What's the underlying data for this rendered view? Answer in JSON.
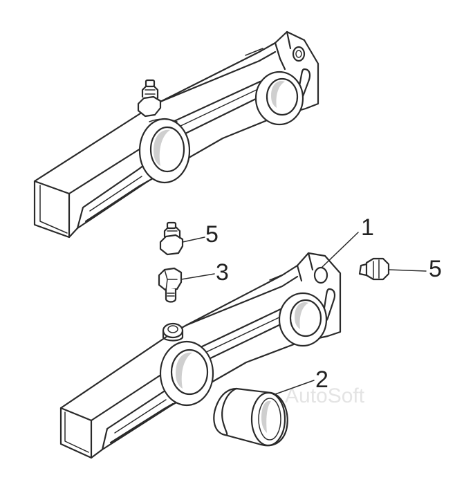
{
  "diagram": {
    "labels": {
      "label_1": "1",
      "label_2": "2",
      "label_3": "3",
      "label_5_left": "5",
      "label_5_right": "5"
    },
    "watermark": "AutoSoft",
    "colors": {
      "ink": "#2a2a2a",
      "paper": "#ffffff",
      "shade": "#cfcfcf"
    }
  }
}
